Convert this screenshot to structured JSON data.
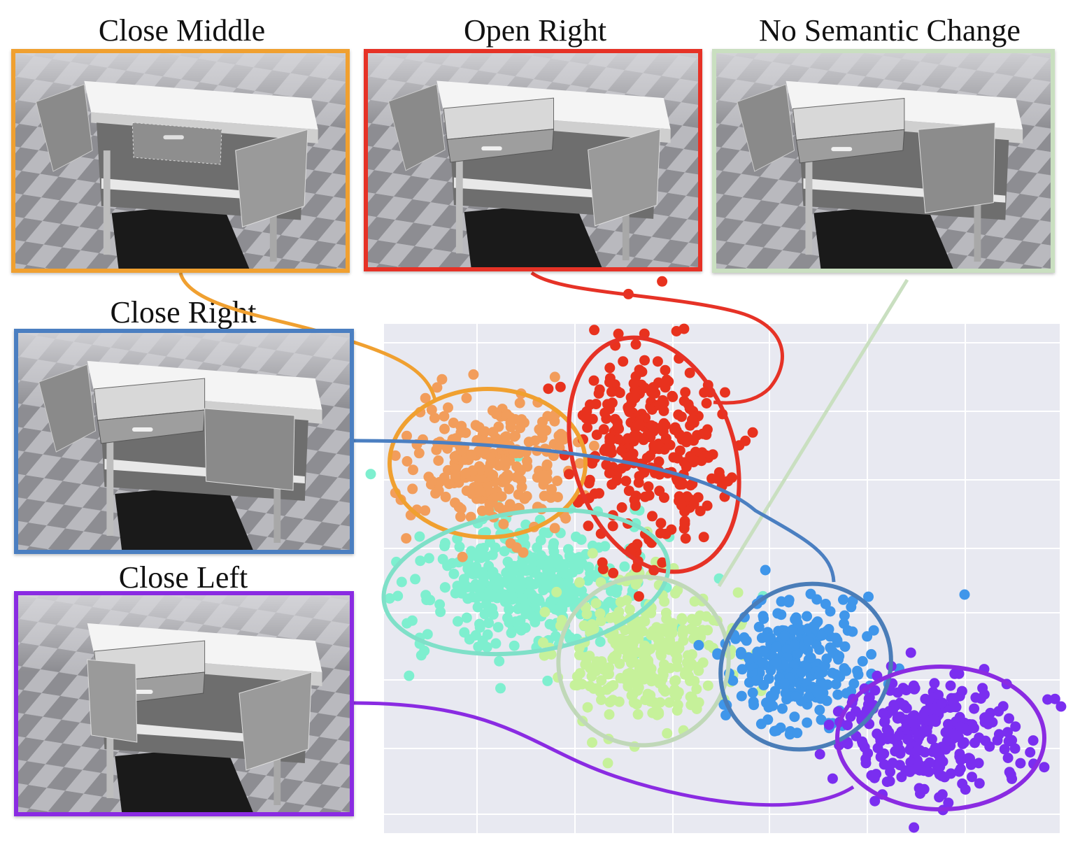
{
  "panels": [
    {
      "id": "close-middle",
      "label": "Close Middle",
      "color": "#f0a030"
    },
    {
      "id": "open-right",
      "label": "Open Right",
      "color": "#e63226"
    },
    {
      "id": "no-semantic-change",
      "label": "No Semantic Change",
      "color": "#c9dfc0"
    },
    {
      "id": "close-right",
      "label": "Close Right",
      "color": "#4b7fc1"
    },
    {
      "id": "close-left",
      "label": "Close Left",
      "color": "#8a2be2"
    }
  ],
  "scatter": {
    "background": "#e8e9f1",
    "grid_color": "#ffffff",
    "clusters": [
      {
        "name": "orange",
        "color": "#f29d5b",
        "ellipse_color": "#f0a030"
      },
      {
        "name": "red",
        "color": "#e8321e",
        "ellipse_color": "#e63226"
      },
      {
        "name": "teal",
        "color": "#7eefcf",
        "ellipse_color": "#7fe0c8"
      },
      {
        "name": "lightgreen",
        "color": "#c6f19a",
        "ellipse_color": "#c0d8b8"
      },
      {
        "name": "blue",
        "color": "#3f96ea",
        "ellipse_color": "#4a7db8"
      },
      {
        "name": "purple",
        "color": "#7a2ef0",
        "ellipse_color": "#8a2be2"
      }
    ]
  }
}
